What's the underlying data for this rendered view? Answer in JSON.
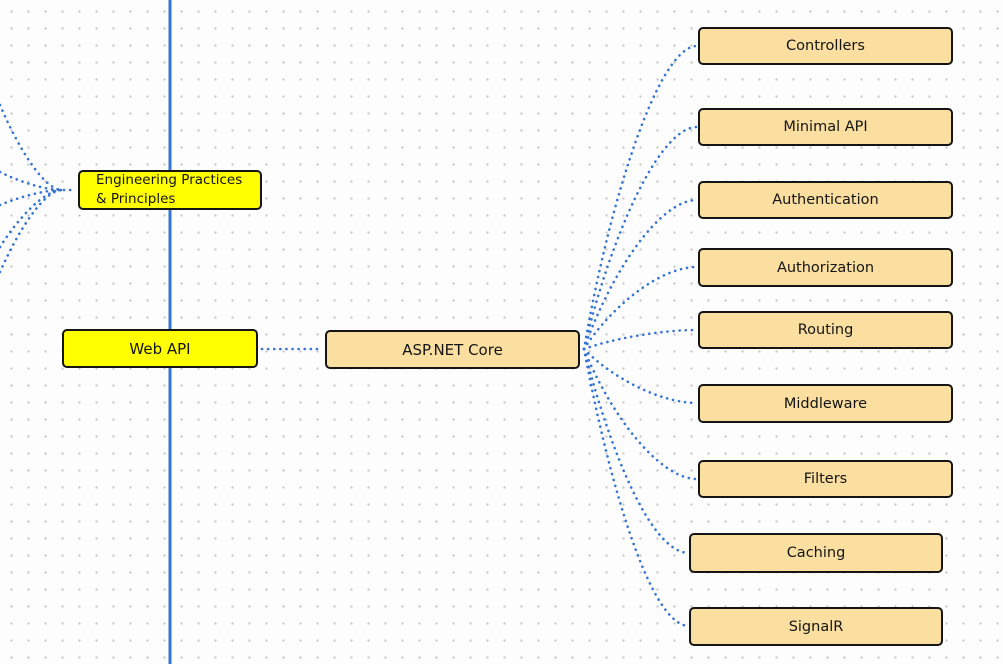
{
  "diagram": {
    "left_node": {
      "label_line1": "Engineering Practices",
      "label_line2": "& Principles"
    },
    "root_node": {
      "label": "Web API"
    },
    "hub_node": {
      "label": "ASP.NET Core"
    },
    "children": [
      {
        "label": "Controllers"
      },
      {
        "label": "Minimal API"
      },
      {
        "label": "Authentication"
      },
      {
        "label": "Authorization"
      },
      {
        "label": "Routing"
      },
      {
        "label": "Middleware"
      },
      {
        "label": "Filters"
      },
      {
        "label": "Caching"
      },
      {
        "label": "SignalR"
      }
    ]
  },
  "colors": {
    "accent_blue": "#3474D4",
    "background": "#FDFDFD",
    "grid_dot": "#C9C9C9",
    "branch_fill": "#FBDFA0",
    "highlight_fill": "#FFFF00",
    "border_color": "#151515"
  }
}
